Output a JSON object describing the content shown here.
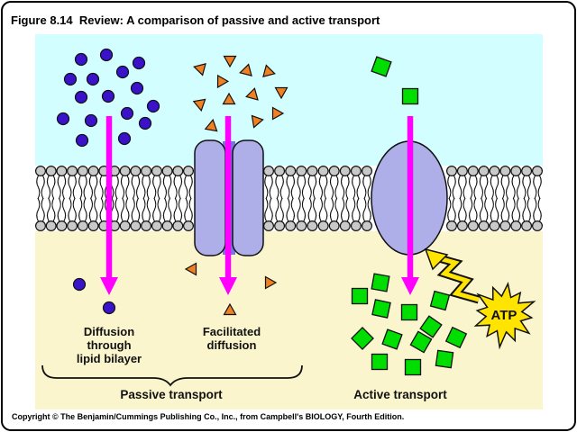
{
  "figure_title": "Figure 8.14  Review: A comparison of passive and active transport",
  "copyright": "Copyright © The Benjamin/Cummings Publishing Co., Inc., from Campbell's BIOLOGY, Fourth Edition.",
  "labels": {
    "diffusion": [
      "Diffusion",
      "through",
      "lipid bilayer"
    ],
    "facilitated": [
      "Facilitated",
      "diffusion"
    ],
    "passive": "Passive transport",
    "active": "Active transport",
    "atp": "ATP"
  },
  "colors": {
    "extracellular": "#d3feff",
    "intracellular": "#faf5cd",
    "membrane_band": "#ffffff",
    "membrane_head": "#c9c9c9",
    "protein": "#aeaee9",
    "protein_pore": "#7577e8",
    "transport_arrow": "#ff00ff",
    "solute_circle": "#3a12ca",
    "solute_triangle": "#f08020",
    "solute_square": "#00dd00",
    "energy_yellow": "#ffe400",
    "outline": "#111111"
  }
}
